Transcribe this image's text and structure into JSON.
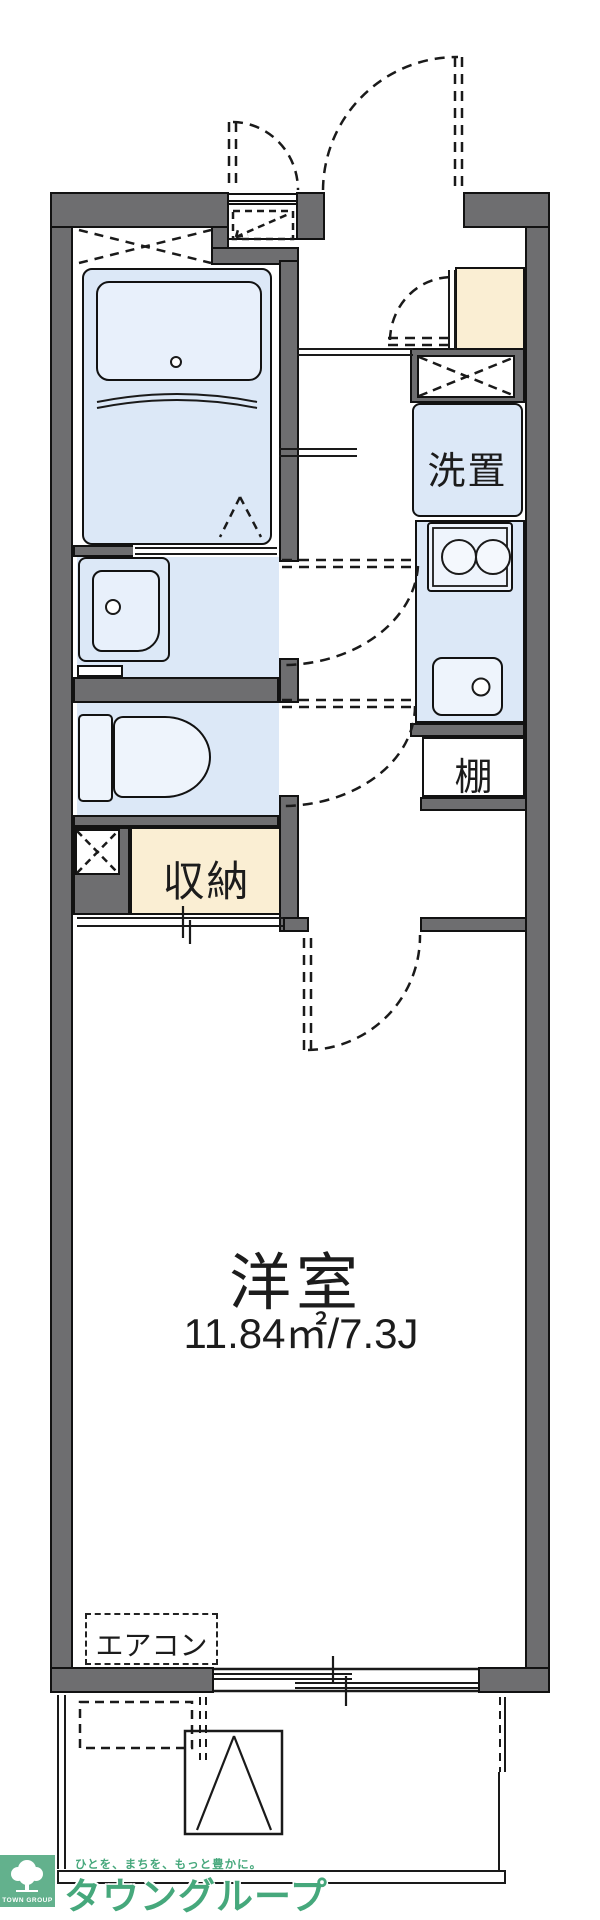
{
  "floorplan": {
    "room": {
      "name": "洋室",
      "area": "11.84㎡/7.3J"
    },
    "labels": {
      "washing": "洗置",
      "shelf": "棚",
      "storage": "収納",
      "aircon": "エアコン"
    },
    "branding": {
      "tagline": "ひとを、まちを、もっと豊かに。",
      "company": "タウングループ",
      "logo_text": "TOWN GROUP"
    },
    "colors": {
      "wall_gray": "#6e6e70",
      "fixture_blue": "#dce8f7",
      "fixture_blue_light": "#eef4fc",
      "storage_beige": "#faeed3",
      "brand_green": "#46a87c",
      "line_black": "#1a1a1a"
    }
  }
}
